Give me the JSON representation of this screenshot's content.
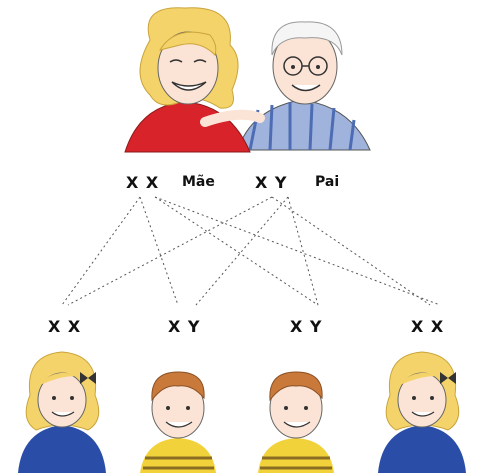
{
  "parents": {
    "mother": {
      "chromosomes": "X X",
      "label": "Mãe",
      "icon": "mother-illustration"
    },
    "father": {
      "chromosomes": "X Y",
      "label": "Pai",
      "icon": "father-illustration"
    }
  },
  "children": [
    {
      "chromosomes": "X X",
      "icon": "girl-illustration"
    },
    {
      "chromosomes": "X Y",
      "icon": "boy-illustration"
    },
    {
      "chromosomes": "X Y",
      "icon": "boy-illustration"
    },
    {
      "chromosomes": "X X",
      "icon": "girl-illustration"
    }
  ],
  "colors": {
    "lines": "#555555",
    "hair_blonde": "#f4d36a",
    "mother_dress": "#d8232a",
    "father_shirt": "#8fa6d6",
    "girl_top": "#2a4ea8",
    "boy_hair": "#c97a3a",
    "boy_stripes": "#f2d23a"
  }
}
